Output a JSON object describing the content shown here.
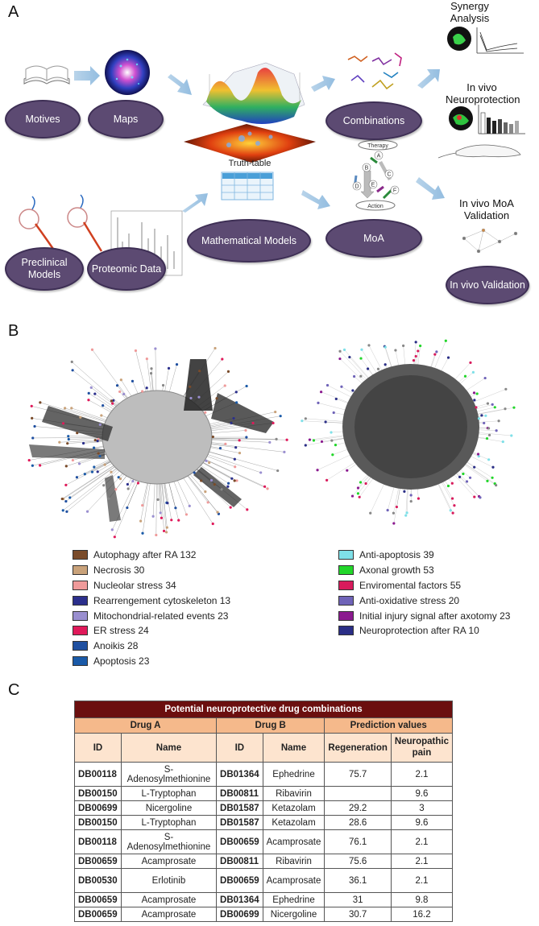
{
  "panel_labels": {
    "a": "A",
    "b": "B",
    "c": "C"
  },
  "panel_a": {
    "ovals": {
      "motives": "Motives",
      "maps": "Maps",
      "combinations": "Combinations",
      "preclinical": "Preclinical Models",
      "proteomic": "Proteomic Data",
      "math_models": "Mathematical Models",
      "moa": "MoA",
      "invivo_validation": "In vivo Validation"
    },
    "titles": {
      "synergy": "Synergy Analysis",
      "neuroprotection": "In vivo Neuroprotection",
      "moa_validation": "In vivo MoA Validation",
      "truth_table": "Truth-table"
    },
    "moa_diagram": {
      "therapy": "Therapy",
      "action": "Action",
      "nodes": [
        "A",
        "B",
        "C",
        "D",
        "E",
        "F"
      ]
    }
  },
  "panel_b": {
    "legend_left": [
      {
        "label": "Autophagy after RA 132",
        "color": "#7a4b2a"
      },
      {
        "label": "Necrosis 30",
        "color": "#c9a27a"
      },
      {
        "label": "Nucleolar stress 34",
        "color": "#ef9a9a"
      },
      {
        "label": "Rearrengement cytoskeleton 13",
        "color": "#2b2f8c"
      },
      {
        "label": "Mitochondrial-related events 23",
        "color": "#9a8fd0"
      },
      {
        "label": "ER stress 24",
        "color": "#e0195a"
      },
      {
        "label": "Anoikis 28",
        "color": "#1f4fa0"
      },
      {
        "label": "Apoptosis 23",
        "color": "#1a5aa8"
      }
    ],
    "legend_right": [
      {
        "label": "Anti-apoptosis 39",
        "color": "#7fe0e8"
      },
      {
        "label": "Axonal growth 53",
        "color": "#22d62a"
      },
      {
        "label": "Enviromental factors 55",
        "color": "#d81b5c"
      },
      {
        "label": "Anti-oxidative stress 20",
        "color": "#6f63b8"
      },
      {
        "label": "Initial injury signal after axotomy 23",
        "color": "#8b1a8f"
      },
      {
        "label": "Neuroprotection after RA 10",
        "color": "#2a2e86"
      }
    ]
  },
  "panel_c": {
    "title": "Potential neuroprotective drug  combinations",
    "group_headers": {
      "drug_a": "Drug A",
      "drug_b": "Drug B",
      "prediction": "Prediction values"
    },
    "col_headers": {
      "id_a": "ID",
      "name_a": "Name",
      "id_b": "ID",
      "name_b": "Name",
      "regeneration": "Regeneration",
      "pain": "Neuropathic pain"
    },
    "rows": [
      {
        "id_a": "DB00118",
        "name_a": "S-Adenosylmethionine",
        "id_b": "DB01364",
        "name_b": "Ephedrine",
        "regen": "75.7",
        "pain": "2.1"
      },
      {
        "id_a": "DB00150",
        "name_a": "L-Tryptophan",
        "id_b": "DB00811",
        "name_b": "Ribavirin",
        "regen": "",
        "pain": "9.6"
      },
      {
        "id_a": "DB00699",
        "name_a": "Nicergoline",
        "id_b": "DB01587",
        "name_b": "Ketazolam",
        "regen": "29.2",
        "pain": "3"
      },
      {
        "id_a": "DB00150",
        "name_a": "L-Tryptophan",
        "id_b": "DB01587",
        "name_b": "Ketazolam",
        "regen": "28.6",
        "pain": "9.6"
      },
      {
        "id_a": "DB00118",
        "name_a": "S-Adenosylmethionine",
        "id_b": "DB00659",
        "name_b": "Acamprosate",
        "regen": "76.1",
        "pain": "2.1"
      },
      {
        "id_a": "DB00659",
        "name_a": "Acamprosate",
        "id_b": "DB00811",
        "name_b": "Ribavirin",
        "regen": "75.6",
        "pain": "2.1"
      },
      {
        "id_a": "DB00530",
        "name_a": "Erlotinib",
        "id_b": "DB00659",
        "name_b": "Acamprosate",
        "regen": "36.1",
        "pain": "2.1"
      },
      {
        "id_a": "DB00659",
        "name_a": "Acamprosate",
        "id_b": "DB01364",
        "name_b": "Ephedrine",
        "regen": "31",
        "pain": "9.8"
      },
      {
        "id_a": "DB00659",
        "name_a": "Acamprosate",
        "id_b": "DB00699",
        "name_b": "Nicergoline",
        "regen": "30.7",
        "pain": "16.2"
      }
    ]
  }
}
